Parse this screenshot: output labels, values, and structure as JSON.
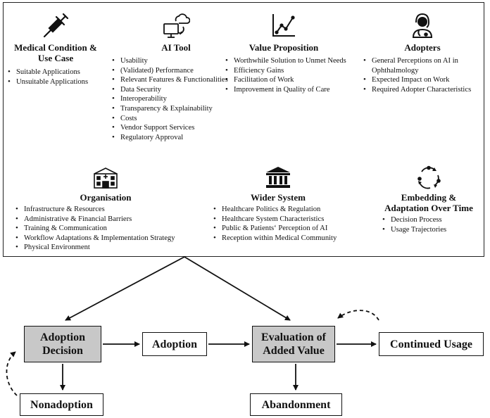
{
  "categories": {
    "medical": {
      "title": "Medical Condition & Use Case",
      "icon": "syringe-icon",
      "items": [
        "Suitable Applications",
        "Unsuitable Applications"
      ]
    },
    "ai_tool": {
      "title": "AI Tool",
      "icon": "cloud-computer-icon",
      "items": [
        "Usability",
        "(Validated) Performance",
        "Relevant Features & Functionalities",
        "Data Security",
        "Interoperability",
        "Transparency & Explainability",
        "Costs",
        "Vendor Support Services",
        "Regulatory Approval"
      ]
    },
    "value": {
      "title": "Value Proposition",
      "icon": "line-chart-icon",
      "items": [
        "Worthwhile Solution to Unmet Needs",
        "Efficiency Gains",
        "Facilitation of Work",
        "Improvement in Quality of Care"
      ]
    },
    "adopters": {
      "title": "Adopters",
      "icon": "doctor-icon",
      "items": [
        "General Perceptions on AI in Ophthalmology",
        "Expected Impact on Work",
        "Required Adopter Characteristics"
      ]
    },
    "organisation": {
      "title": "Organisation",
      "icon": "hospital-icon",
      "items": [
        "Infrastructure & Resources",
        "Administrative & Financial Barriers",
        "Training & Communication",
        "Workflow Adaptations & Implementation Strategy",
        "Physical Environment"
      ]
    },
    "wider": {
      "title": "Wider System",
      "icon": "government-building-icon",
      "items": [
        "Healthcare Politics & Regulation",
        "Healthcare System Characteristics",
        "Public & Patients‘ Perception of AI",
        "Reception within Medical Community"
      ]
    },
    "embedding": {
      "title": "Embedding & Adaptation Over Time",
      "icon": "cycle-icon",
      "items": [
        "Decision Process",
        "Usage Trajectories"
      ]
    }
  },
  "flow": {
    "adoption_decision": "Adoption Decision",
    "adoption": "Adoption",
    "evaluation": "Evaluation of Added Value",
    "continued_usage": "Continued Usage",
    "nonadoption": "Nonadoption",
    "abandonment": "Abandonment"
  },
  "colors": {
    "decision_fill": "#c8c8c8",
    "line": "#111111"
  }
}
